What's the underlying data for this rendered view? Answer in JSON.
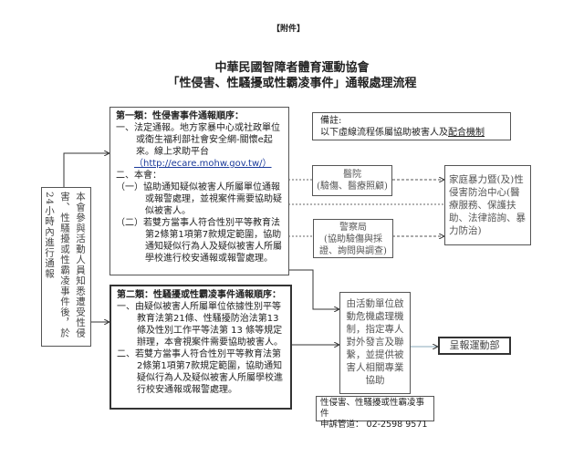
{
  "attachment_label": "【附件】",
  "title_line1": "中華民國智障者體育運動協會",
  "title_line2": "「性侵害、性騷擾或性霸凌事件」通報處理流程",
  "left_box": "本會參與活動人員知悉遭受性侵害、性騷擾或性霸凌事件後，於24小時內進行通報",
  "type1": {
    "heading": "第一類：性侵害事件通報順序：",
    "item1": "一、法定通報。地方家暴中心或社政單位或衛生福利部社會安全網-關懷e起來。線上求助平台",
    "link": "（http://ecare.mohw.gov.tw/）",
    "item2": "二、本會：",
    "sub1": "（一）協助通知疑似被害人所屬單位通報或報警處理，並視案件需要協助疑似被害人。",
    "sub2": "（二）若雙方當事人符合性別平等教育法第2條第1項第7款規定範圍，協助通知疑似行為人及疑似被害人所屬學校進行校安通報或報警處理。"
  },
  "type2": {
    "heading": "第二類：性騷擾或性霸凌事件通報順序：",
    "item1": "一、由疑似被害人所屬單位依據性別平等教育法第21條、性騷擾防治法第13條及性別工作平等法第 13 條等規定辦理，本會視案件需要協助被害人。",
    "item2": "二、若雙方當事人符合性別平等教育法第2條第1項第7款規定範圍，協助通知疑似行為人及疑似被害人所屬學校進行校安通報或報警處理。"
  },
  "note": {
    "label": "備註:",
    "text_plain": "以下虛線流程係屬協助被害人及",
    "text_underlined": "配合機制"
  },
  "hospital": {
    "name": "醫院",
    "desc": "(驗傷、醫療照顧)"
  },
  "police": {
    "name": "警察局",
    "desc": "(協助驗傷與採證、詢問與調查)"
  },
  "family_center": "家庭暴力暨(及)性侵害防治中心(醫療服務、保護扶助、法律諮詢、暴力防治)",
  "crisis_box": "由活動單位啟動危機處理機制，指定專人對外發言及聯繫，並提供被害人相關專業協助",
  "report_box": "呈報運動部",
  "complaint": {
    "line1": "性侵害、性騷擾或性霸凌事件",
    "line2": "申訴管道： 02-2598 9571"
  }
}
